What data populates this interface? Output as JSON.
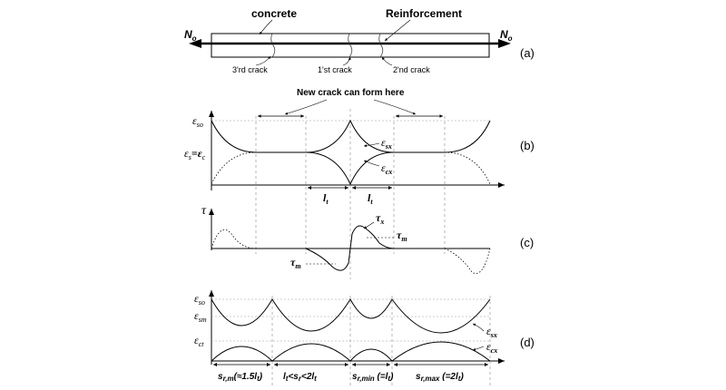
{
  "panel_a": {
    "concrete": "concrete",
    "reinforcement": "Reinforcement",
    "force_left": "N",
    "force_left_sub": "o",
    "force_right": "N",
    "force_right_sub": "o",
    "crack3": "3'rd crack",
    "crack1": "1'st crack",
    "crack2": "2'nd crack",
    "panel": "(a)"
  },
  "panel_b": {
    "new_crack": "New crack can form here",
    "eso": "ε",
    "eso_sub": "so",
    "es_ec": "ε",
    "es_ec_sub": "s",
    "eq": "=ε",
    "eq_sub": "c",
    "esx": "ε",
    "esx_sub": "sx",
    "ecx": "ε",
    "ecx_sub": "cx",
    "lt1": "l",
    "lt1_sub": "t",
    "lt2": "l",
    "lt2_sub": "t",
    "panel": "(b)"
  },
  "panel_c": {
    "tau": "τ",
    "taux": "τ",
    "taux_sub": "x",
    "taum1": "τ",
    "taum1_sub": "m",
    "taum2": "τ",
    "taum2_sub": "m",
    "panel": "(c)"
  },
  "panel_d": {
    "eso": "ε",
    "eso_sub": "so",
    "esm": "ε",
    "esm_sub": "sm",
    "ect": "ε",
    "ect_sub": "ct",
    "esx": "ε",
    "esx_sub": "sx",
    "ecx": "ε",
    "ecx_sub": "cx",
    "panel": "(d)",
    "s_rm": "s",
    "s_rm_sub": "r,m",
    "s_rm_tail": "(≈1.5l",
    "s_rm_tail_sub": "t",
    "s_rm_close": ")",
    "range": "l",
    "range_sub": "t",
    "range_mid": "<s",
    "range_mid_sub": "r",
    "range_end": "<2l",
    "range_end_sub": "t",
    "s_rmin": "s",
    "s_rmin_sub": "r,min",
    "s_rmin_tail": " (=l",
    "s_rmin_tail_sub": "t",
    "s_rmin_close": ")",
    "s_rmax": "s",
    "s_rmax_sub": "r,max",
    "s_rmax_tail": " (=2l",
    "s_rmax_tail_sub": "t",
    "s_rmax_close": ")"
  }
}
